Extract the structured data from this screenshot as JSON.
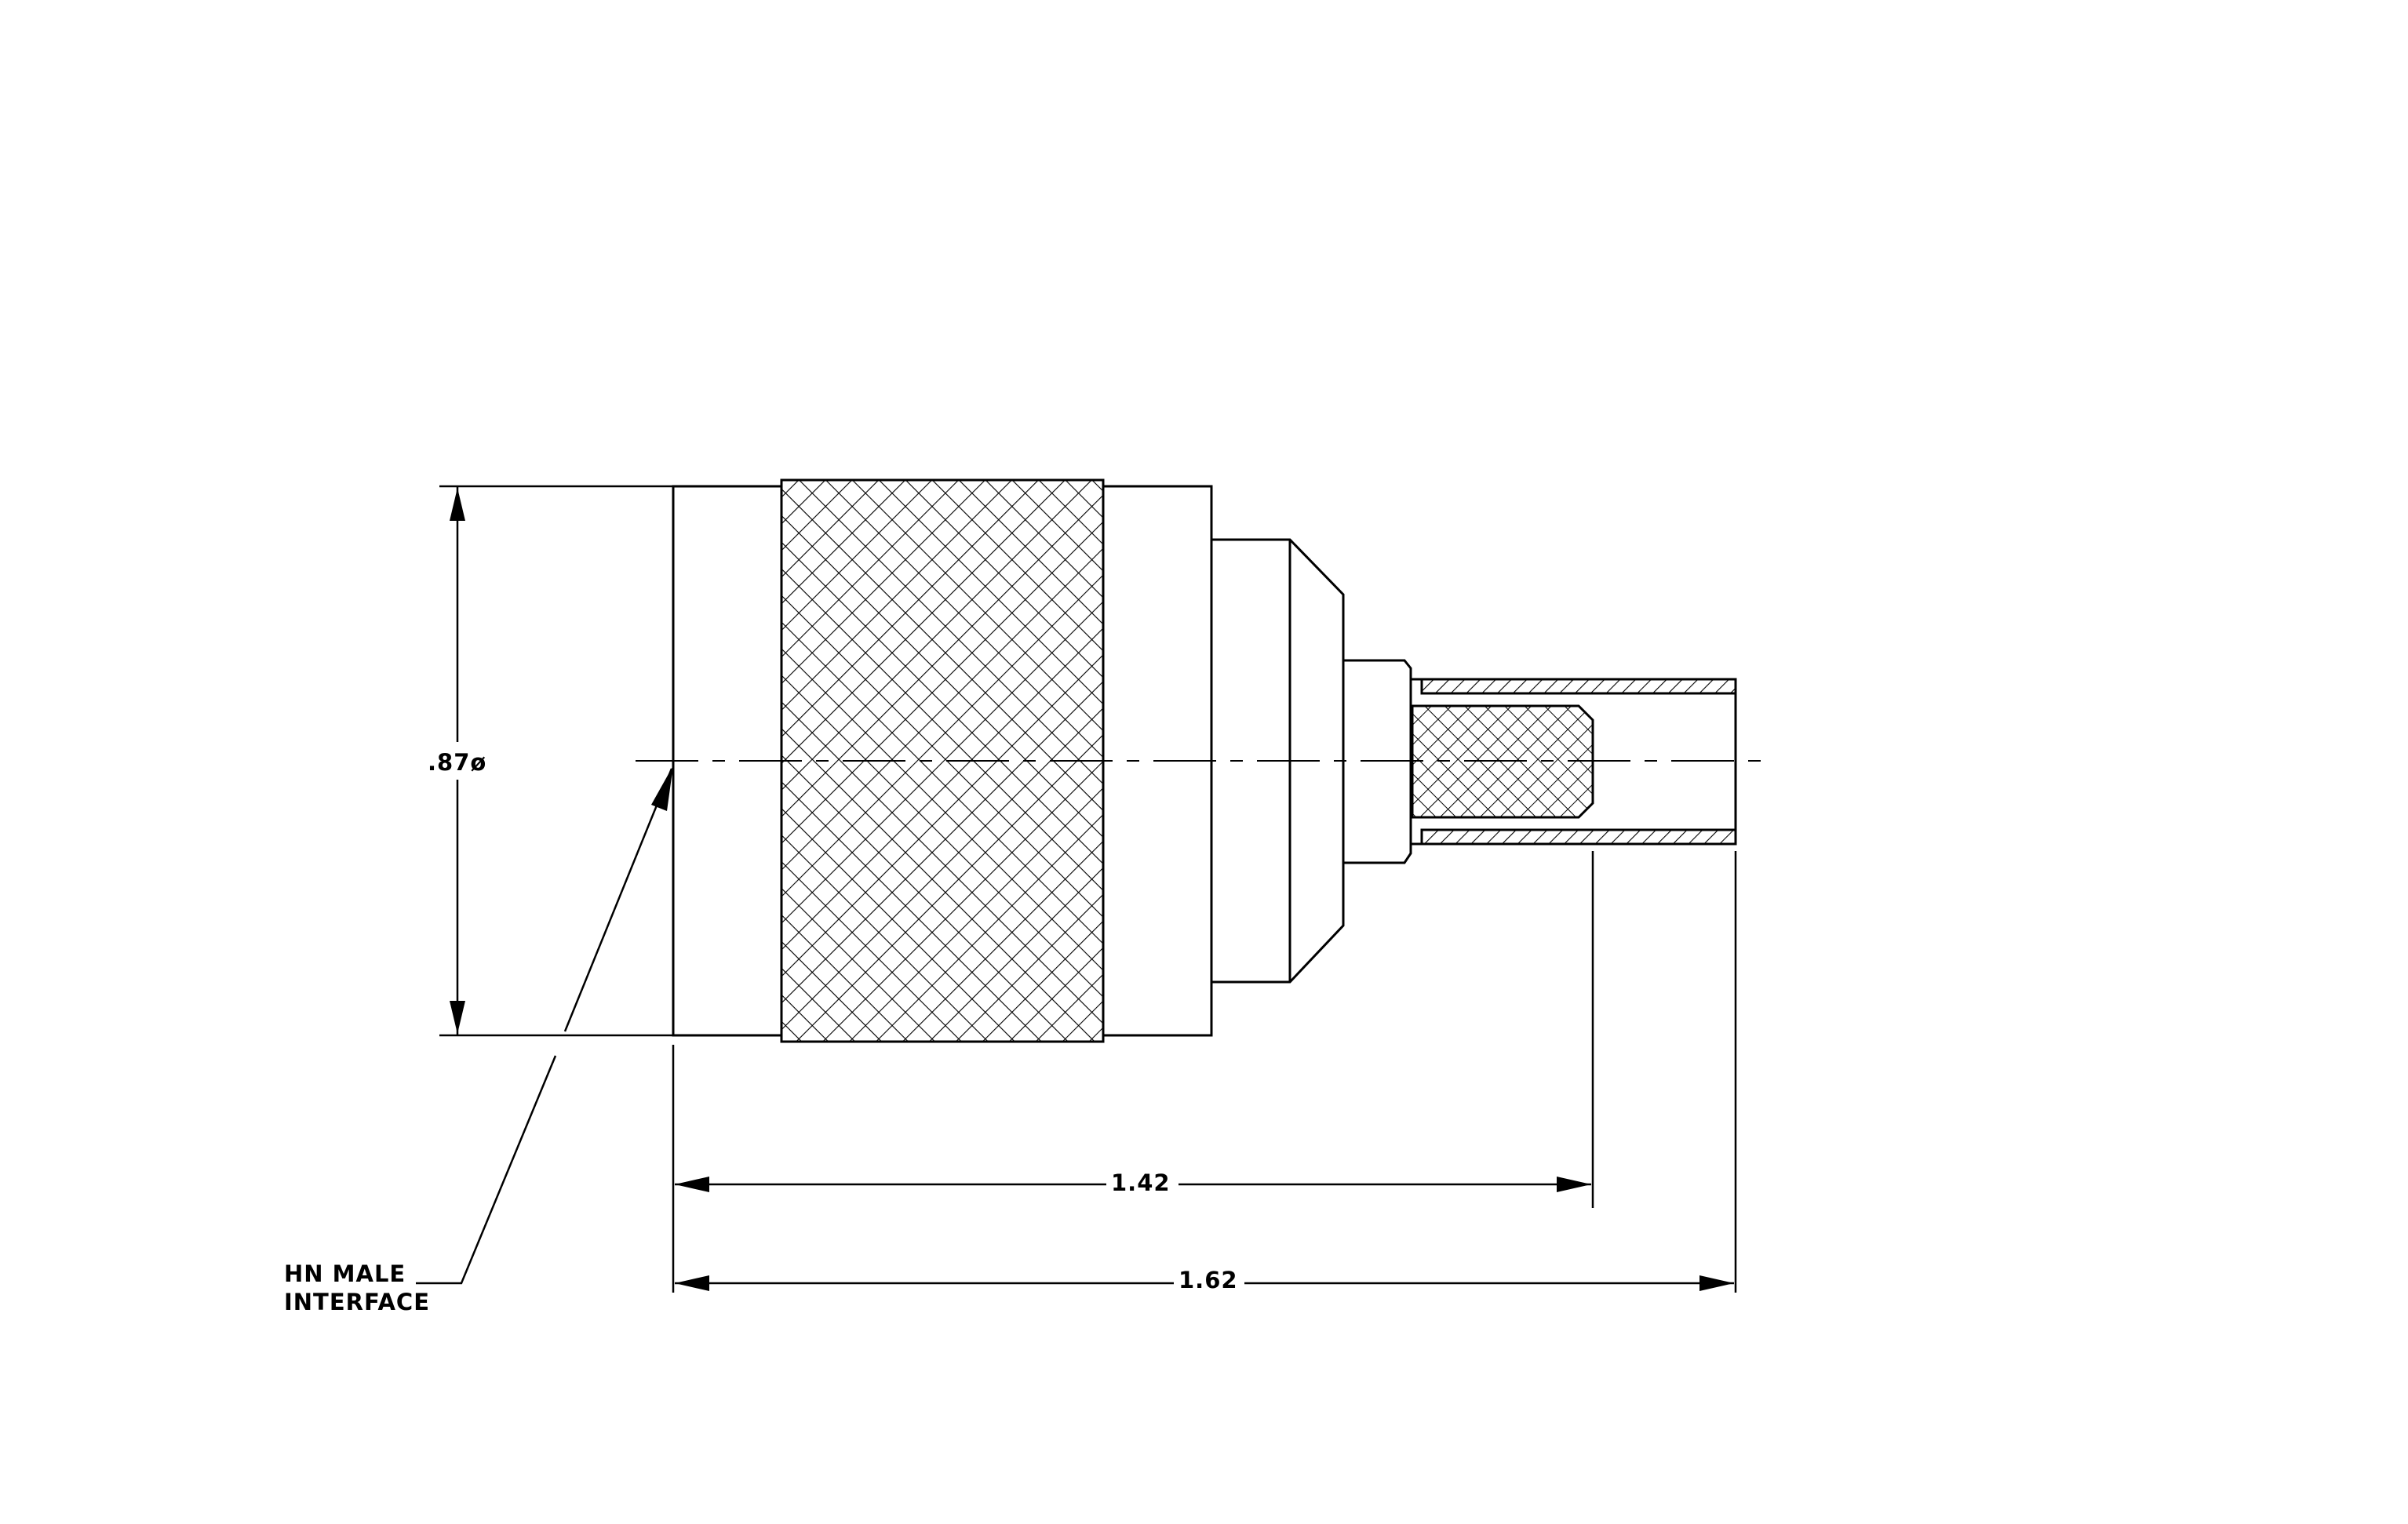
{
  "drawing": {
    "dimensions": {
      "diameter": ".87ø",
      "length_short": "1.42",
      "length_long": "1.62"
    },
    "callout": {
      "line1": "HN  MALE",
      "line2": "INTERFACE"
    }
  }
}
